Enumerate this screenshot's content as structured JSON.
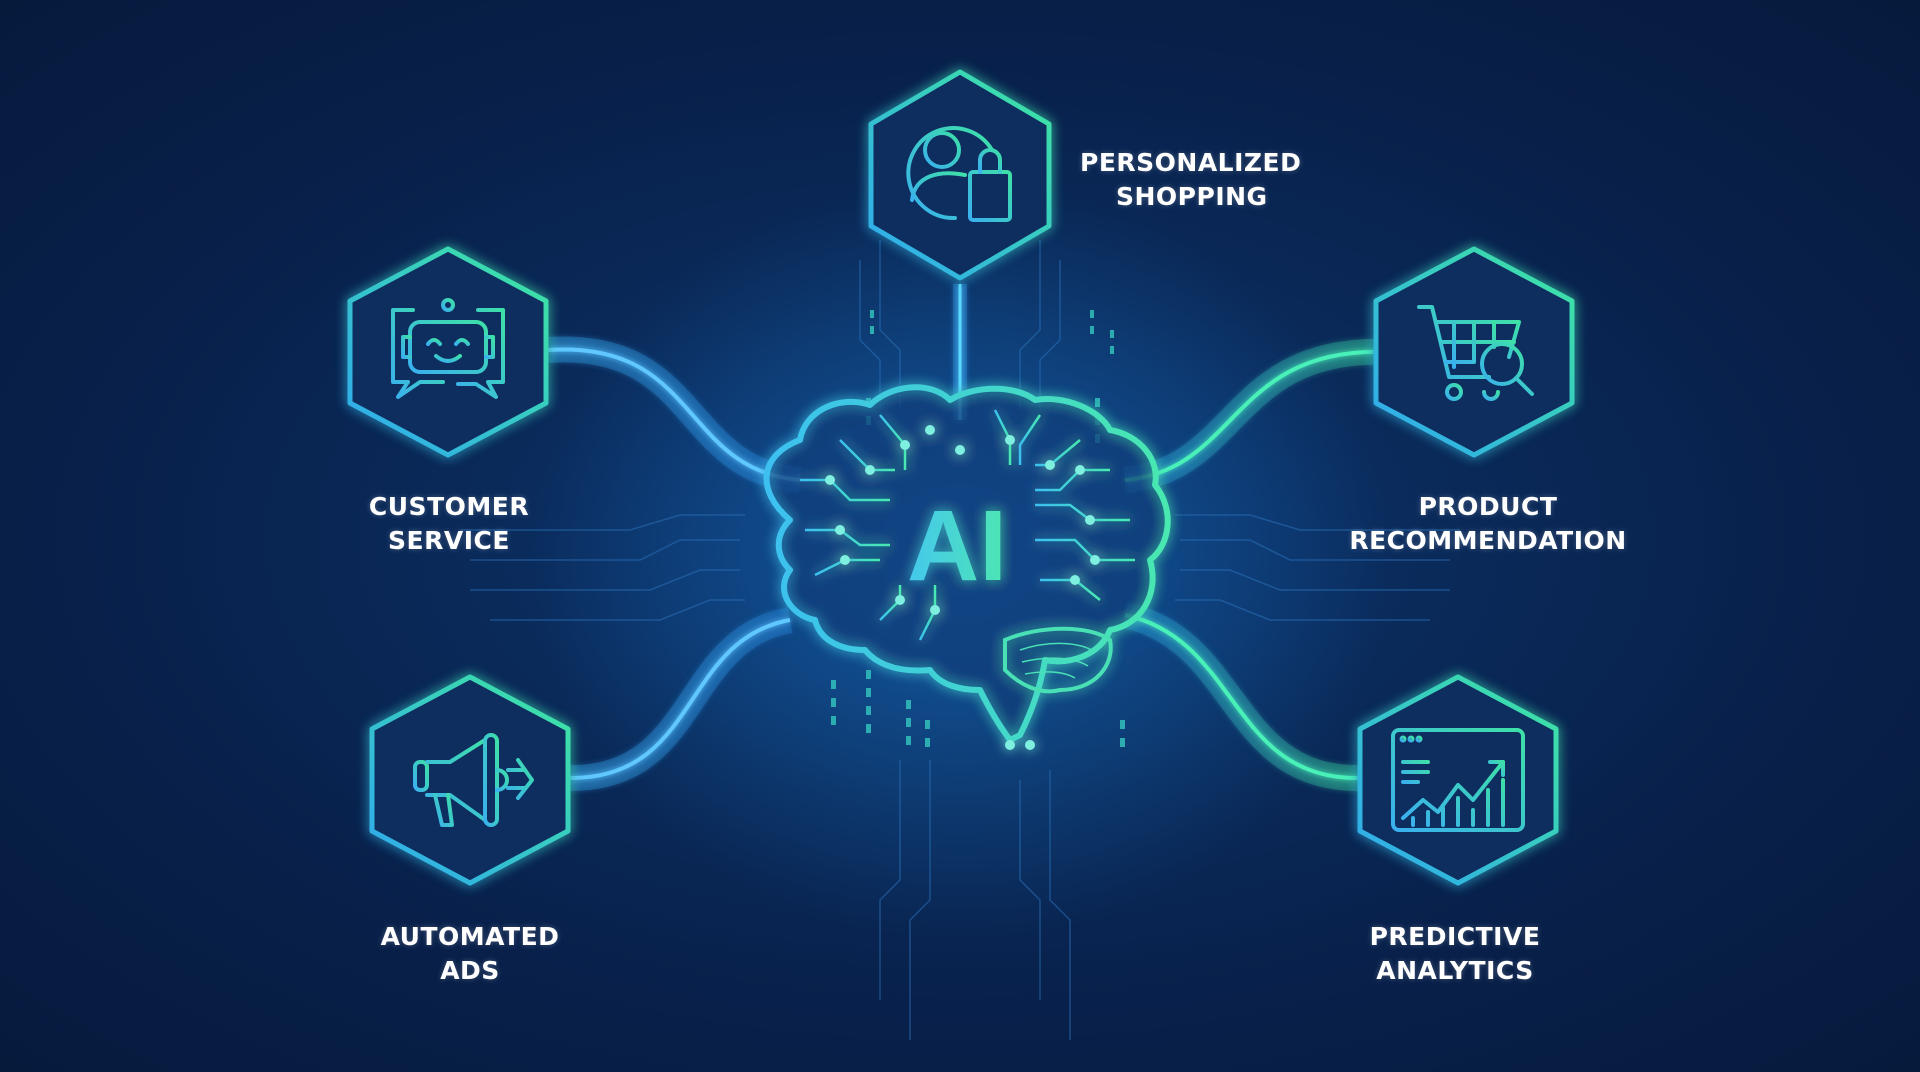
{
  "diagram": {
    "center": {
      "label": "AI",
      "icon": "brain-circuit-icon"
    },
    "colors": {
      "background": "#0a2a5a",
      "accent_blue": "#2fa8f0",
      "accent_green": "#3ee6a0",
      "text": "#ffffff"
    },
    "nodes": [
      {
        "id": "personalized-shopping",
        "icon": "user-shopping-bag-icon",
        "line1": "PERSONALIZED",
        "line2": "SHOPPING"
      },
      {
        "id": "customer-service",
        "icon": "chatbot-icon",
        "line1": "CUSTOMER",
        "line2": "SERVICE"
      },
      {
        "id": "product-recommendation",
        "icon": "cart-search-icon",
        "line1": "PRODUCT",
        "line2": "RECOMMENDATION"
      },
      {
        "id": "automated-ads",
        "icon": "megaphone-icon",
        "line1": "AUTOMATED",
        "line2": "ADS"
      },
      {
        "id": "predictive-analytics",
        "icon": "analytics-chart-icon",
        "line1": "PREDICTIVE",
        "line2": "ANALYTICS"
      }
    ]
  }
}
